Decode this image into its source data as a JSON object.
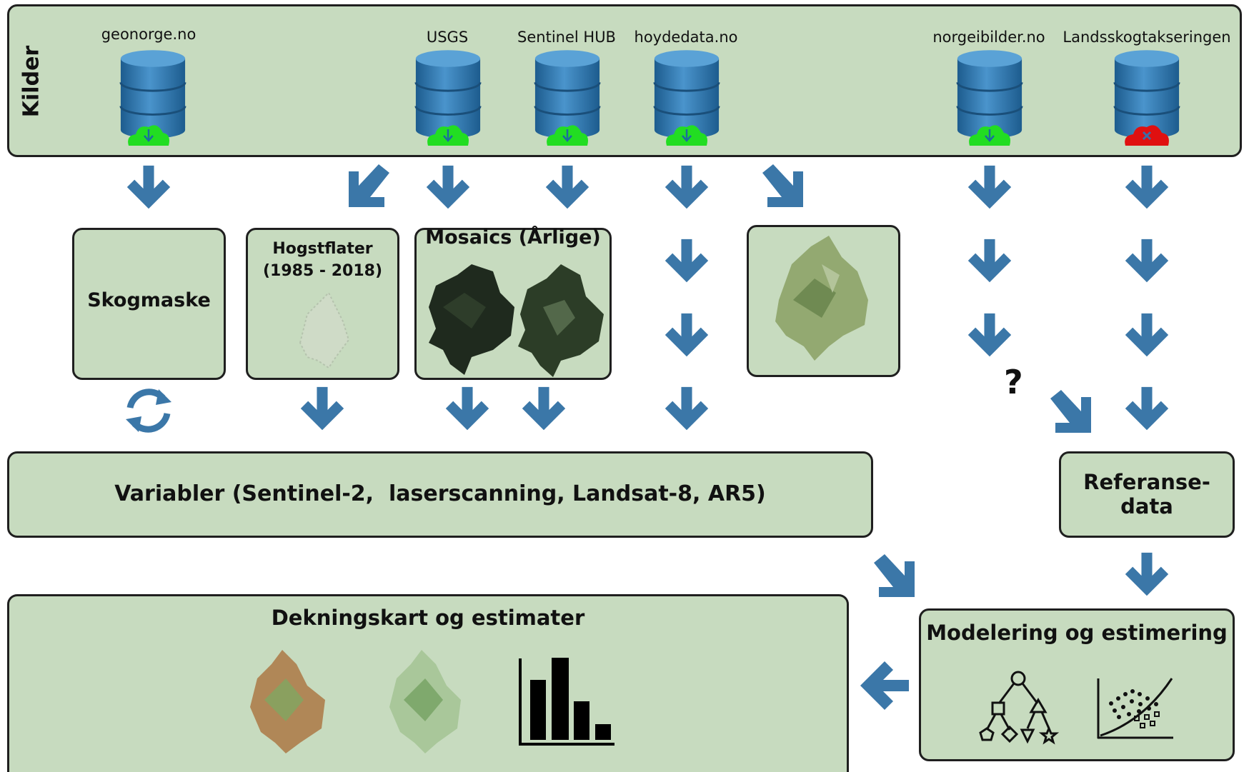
{
  "sources_box": {
    "label": "Kilder"
  },
  "sources": [
    {
      "name": "geonorge.no",
      "status": "available"
    },
    {
      "name": "USGS",
      "status": "available"
    },
    {
      "name": "Sentinel HUB",
      "status": "available"
    },
    {
      "name": "hoydedata.no",
      "status": "available"
    },
    {
      "name": "norgeibilder.no",
      "status": "available"
    },
    {
      "name": "Landsskogtakseringen",
      "status": "unavailable"
    }
  ],
  "boxes": {
    "skogmaske": "Skogmaske",
    "hogstflater_title": "Hogstflater",
    "hogstflater_years": "(1985 - 2018)",
    "mosaics": "Mosaics (Årlige)",
    "variabler": "Variabler (Sentinel-2,  laserscanning, Landsat-8, AR5)",
    "referanse_line1": "Referanse-",
    "referanse_line2": "data",
    "modelering": "Modelering og estimering",
    "dekningskart": "Dekningskart og estimater"
  },
  "question_mark": "?",
  "colors": {
    "box_fill": "#c7dbbf",
    "arrow": "#3b77a8",
    "db_blue": "#2f74a8",
    "cloud_ok": "#22dd22",
    "cloud_err": "#e01010"
  },
  "icons": [
    "database-icon",
    "cloud-download-icon",
    "cloud-error-icon",
    "refresh-icon",
    "decision-tree-icon",
    "scatter-plot-icon",
    "bar-chart-icon",
    "map-thumbnail"
  ]
}
